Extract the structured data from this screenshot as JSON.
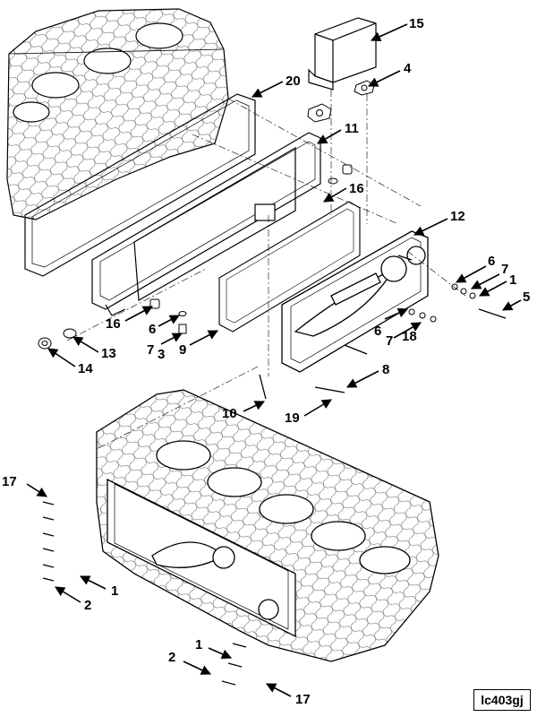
{
  "callouts": [
    "15",
    "4",
    "20",
    "11",
    "16",
    "12",
    "6",
    "7",
    "1",
    "5",
    "16",
    "6",
    "7",
    "3",
    "9",
    "13",
    "14",
    "6",
    "7",
    "18",
    "8",
    "10",
    "19",
    "17",
    "1",
    "2",
    "1",
    "2",
    "17"
  ],
  "figure_ref": "lc403gj"
}
